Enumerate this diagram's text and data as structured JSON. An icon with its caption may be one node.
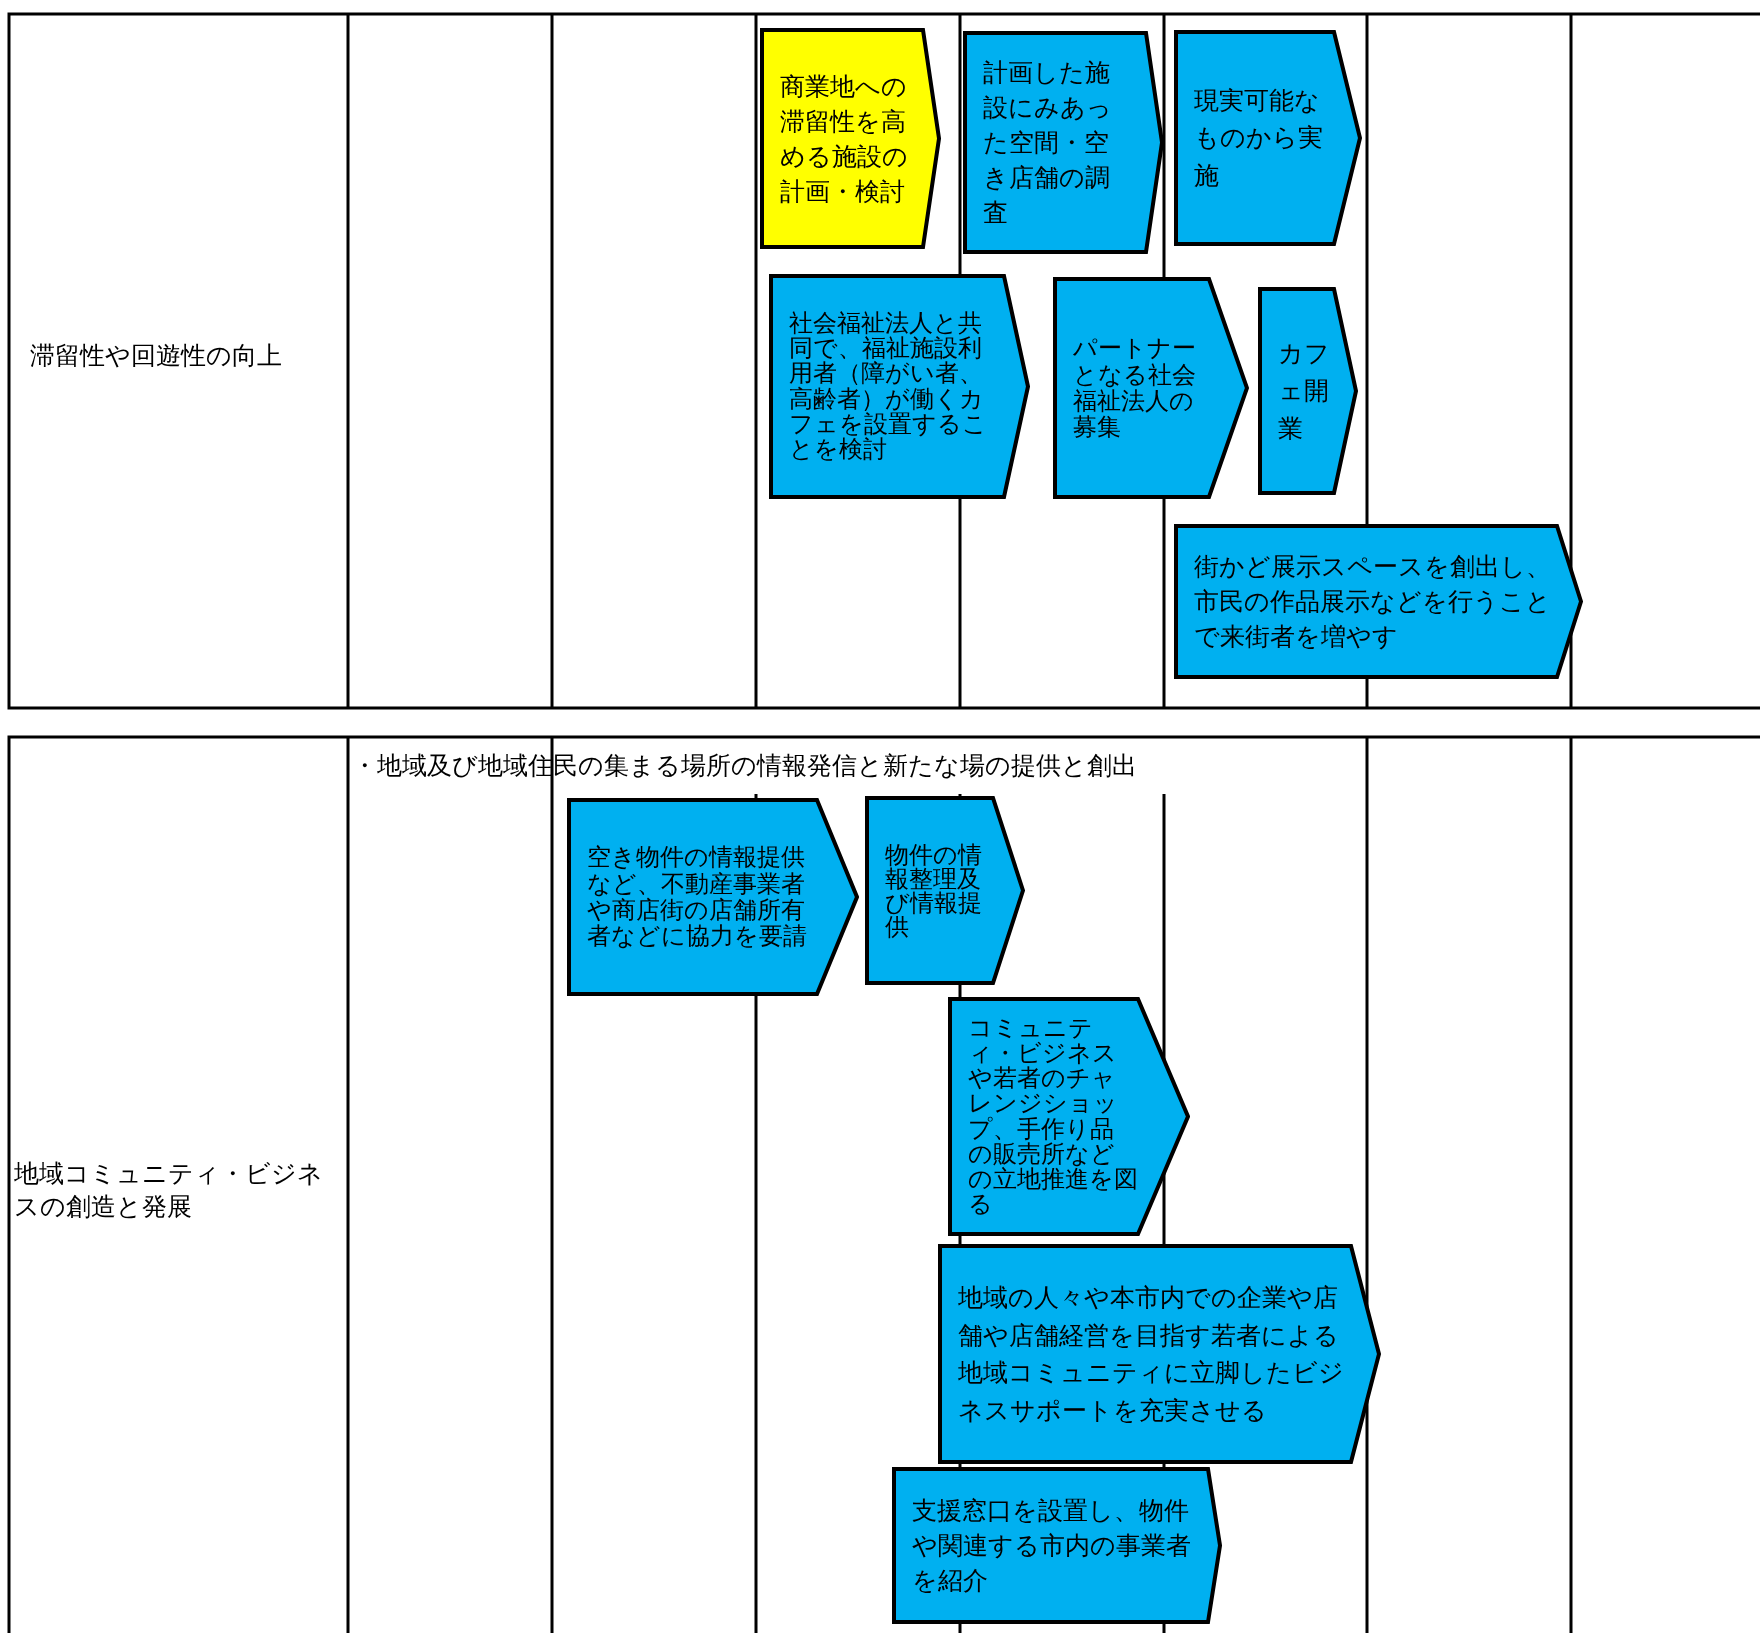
{
  "diagram": {
    "nodes": [
      {
        "text": [
          "商業地への滞留性を高める施設の計画・検討"
        ]
      },
      {
        "text": [
          "計画した施設にみあった空間・空き店舗の調査"
        ]
      },
      {
        "text": [
          "現実可能なものから実施"
        ]
      },
      {
        "text": [
          "社会福祉法人と共同で、福祉施設利用者（障がい者、高齢者）が働くカフェを設置することを検討"
        ]
      },
      {
        "text": [
          "パートナーとなる社会福祉法人の募集"
        ]
      },
      {
        "text": [
          "カフェ開業"
        ]
      },
      {
        "text": [
          "街かど展示スペースを創出し、市民の作品展示などを行うことで来街者を増やす"
        ]
      },
      {
        "text": [
          "空き物件の情報提供など、不動産事業者や商店街の店舗所有者などに協力を要請"
        ]
      },
      {
        "text": [
          "物件の情報整理及び情報提供"
        ]
      },
      {
        "text": [
          "コミュニティ・ビジネスや若者のチャレンジショップ、手作り品の販売所などの立地推進を図る"
        ]
      },
      {
        "text": [
          "地域の人々や本市内での企業や店舗や店舗経営を目指す若者による地域コミュニティに立脚したビジネスサポートを充実させる"
        ]
      },
      {
        "text": [
          "支援窓口を設置し、物件や関連する市内の事業者を紹介"
        ]
      }
    ],
    "labels": [
      "滞留性や回遊性の向上",
      "・地域及び地域住民の集まる場所の情報発信と新たな場の提供と創出",
      "地域コミュニティ・ビジネスの創造と発展"
    ]
  }
}
